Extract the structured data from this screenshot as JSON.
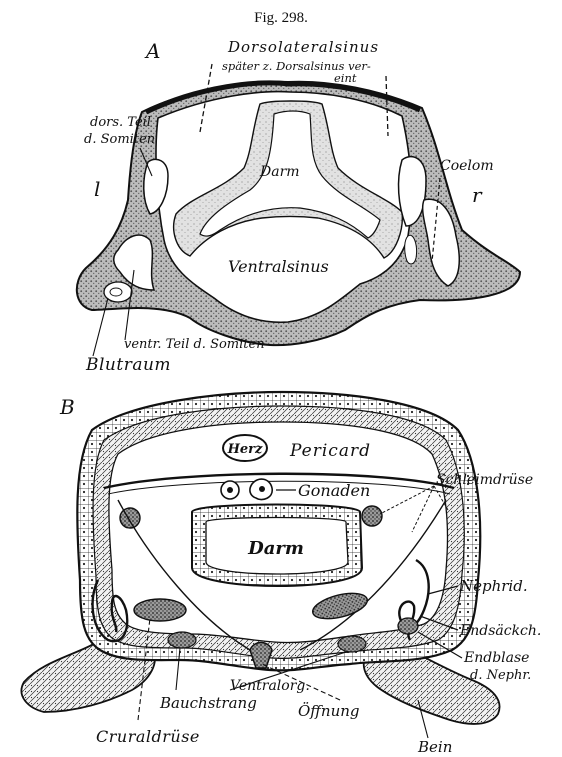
{
  "figure": {
    "number": "Fig. 298."
  },
  "panel_a": {
    "letter": "A",
    "side_left": "l",
    "side_right": "r",
    "labels": {
      "dorsolateralsinus": "Dorsolateralsinus",
      "spaeter_line1": "später z. Dorsalsinus ver-",
      "spaeter_line2": "eint",
      "dors_teil": "dors. Teil",
      "d_somiten": "d. Somiten",
      "darm": "Darm",
      "coelom": "Coelom",
      "ventralsinus": "Ventralsinus",
      "ventr_teil": "ventr. Teil d. Somiten",
      "blutraum": "Blutraum"
    }
  },
  "panel_b": {
    "letter": "B",
    "labels": {
      "herz": "Herz",
      "pericard": "Pericard",
      "gonaden": "Gonaden",
      "schleimdruese": "Schleimdrüse",
      "darm": "Darm",
      "nephrid": "Nephrid.",
      "endsaeckch": "Endsäckch.",
      "endblase": "Endblase",
      "d_nephr": "d. Nephr.",
      "cruraldruese": "Cruraldrüse",
      "bauchstrang": "Bauchstrang",
      "ventralorg": "Ventralorg.",
      "oeffnung": "Öffnung",
      "bein": "Bein"
    }
  },
  "colors": {
    "ink": "#111111",
    "stipple": "#8a8a8a",
    "light_fill": "#d9d9d9"
  }
}
